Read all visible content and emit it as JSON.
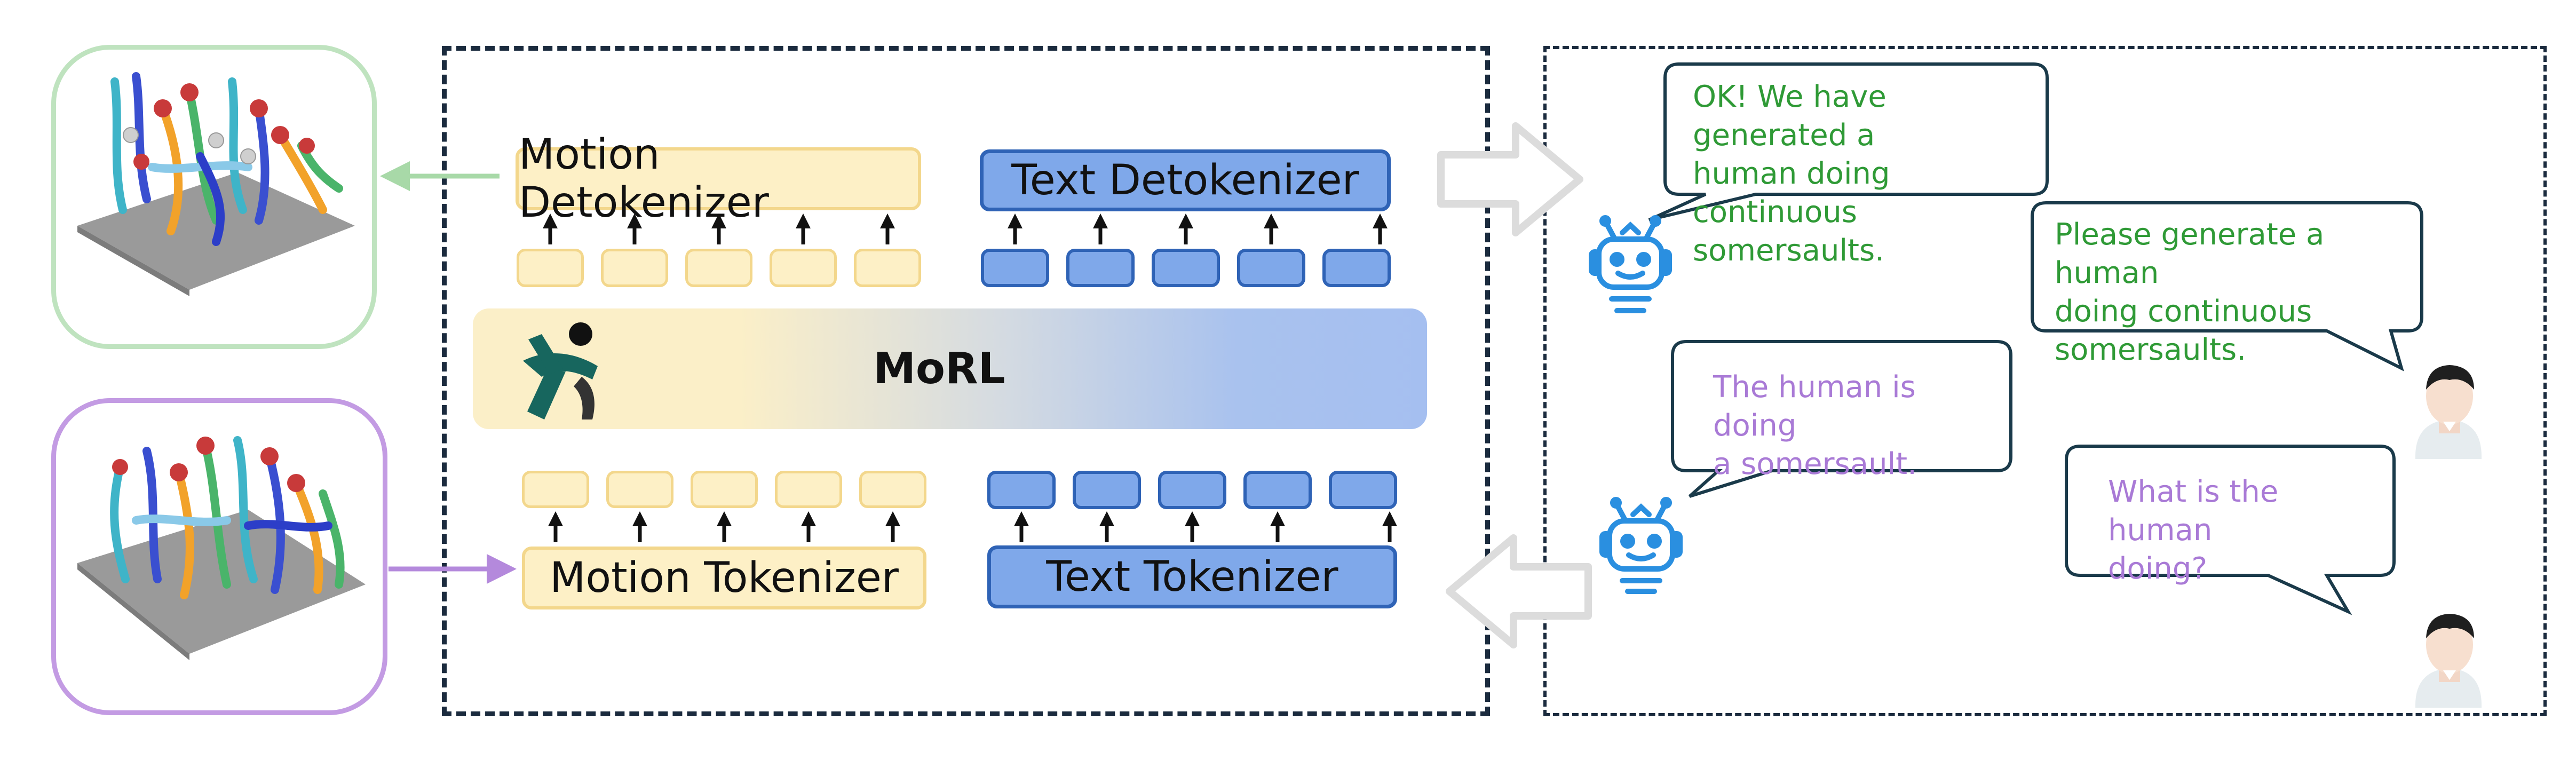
{
  "modules": {
    "motion_detokenizer": "Motion Detokenizer",
    "text_detokenizer": "Text Detokenizer",
    "motion_tokenizer": "Motion Tokenizer",
    "text_tokenizer": "Text Tokenizer",
    "core_model": "MoRL"
  },
  "chat": {
    "bot_reply_generation": "OK! We have generated a\nhuman doing continuous\nsomersaults.",
    "user_request_generation": "Please generate a human\ndoing continuous\nsomersaults.",
    "bot_reply_caption": "The human is doing\na  somersault.",
    "user_request_caption": "What is the human\ndoing?"
  },
  "colors": {
    "generation_text": "#2f9a36",
    "caption_text": "#a97ad6",
    "motion_token": "#fdf0c6",
    "text_token": "#7fa8ea",
    "frame": "#1b2b3e"
  }
}
